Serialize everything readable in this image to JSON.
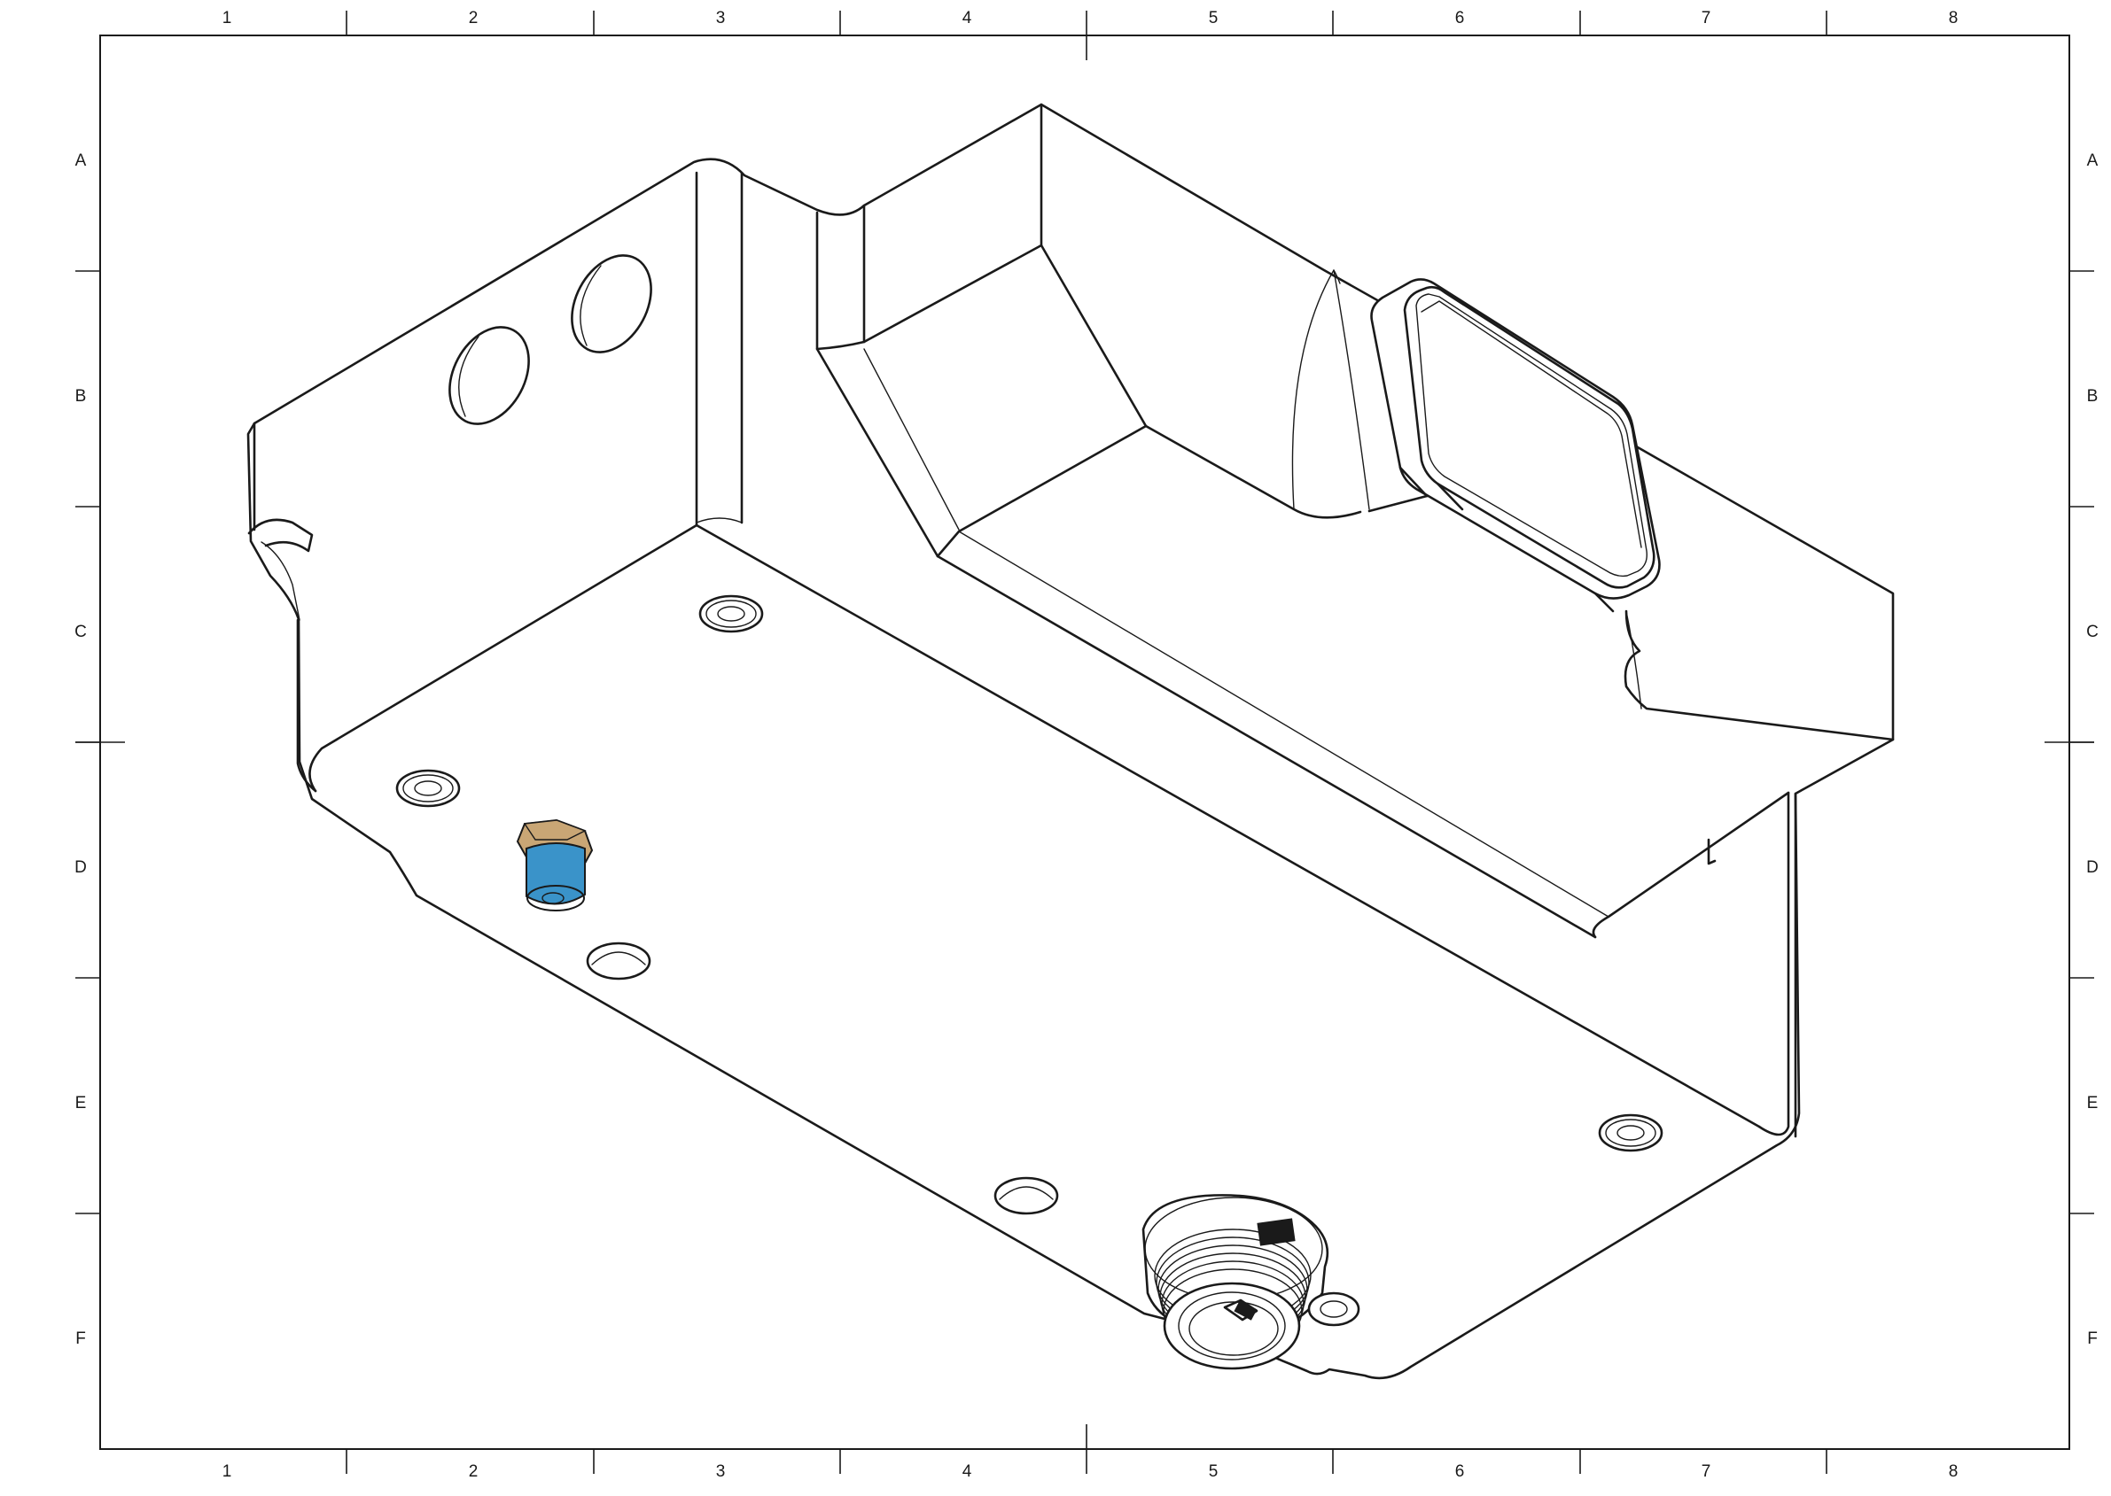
{
  "sheet": {
    "column_labels": [
      "1",
      "2",
      "3",
      "4",
      "5",
      "6",
      "7",
      "8"
    ],
    "row_labels": [
      "A",
      "B",
      "C",
      "D",
      "E",
      "F"
    ]
  },
  "colors": {
    "line": "#1a1a1a",
    "background": "#ffffff",
    "nut": "#c9a675",
    "fitting_body": "#3a93c9"
  },
  "drawing": {
    "parts": [
      {
        "name": "enclosure-housing"
      },
      {
        "name": "mounting-bolt-holes"
      },
      {
        "name": "square-window-boss"
      },
      {
        "name": "threaded-connector-port"
      },
      {
        "name": "hex-fitting"
      }
    ]
  }
}
